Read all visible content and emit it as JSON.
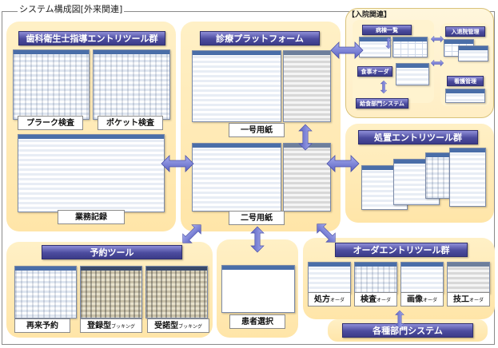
{
  "title": "システム構成図[外来関連]",
  "colors": {
    "header": "#4b4b9e",
    "group_fill": "#ffe5a8",
    "arrow": "#7f86d9"
  },
  "dental": {
    "header": "歯科衛生士指導エントリツール群",
    "plaque": "プラーク検査",
    "pocket": "ポケット検査",
    "records": "業務記録"
  },
  "platform": {
    "header": "診療プラットフォーム",
    "form1": "一号用紙",
    "form2": "二号用紙"
  },
  "inpatient": {
    "title": "【入院関連】",
    "patient_list": "病棟一覧",
    "meal_order": "食事オーダ",
    "meal_system": "給食部門システム",
    "admission_mgmt": "入退院管理",
    "nursing_mgmt": "看護管理"
  },
  "treatment": {
    "header": "処置エントリツール群"
  },
  "booking": {
    "header": "予約ツール",
    "rebook": "再来予約",
    "registered": "登録型",
    "registered_suffix": "ブッキング",
    "accepted": "受諾型",
    "accepted_suffix": "ブッキング"
  },
  "patient_select": "患者選択",
  "orders": {
    "header": "オーダエントリツール群",
    "prescription": "処方",
    "prescription_suffix": "オーダ",
    "exam": "検査",
    "exam_suffix": "オーダ",
    "imaging": "画像",
    "imaging_suffix": "オーダ",
    "technician": "技工",
    "technician_suffix": "オーダ"
  },
  "departments": "各種部門システム"
}
